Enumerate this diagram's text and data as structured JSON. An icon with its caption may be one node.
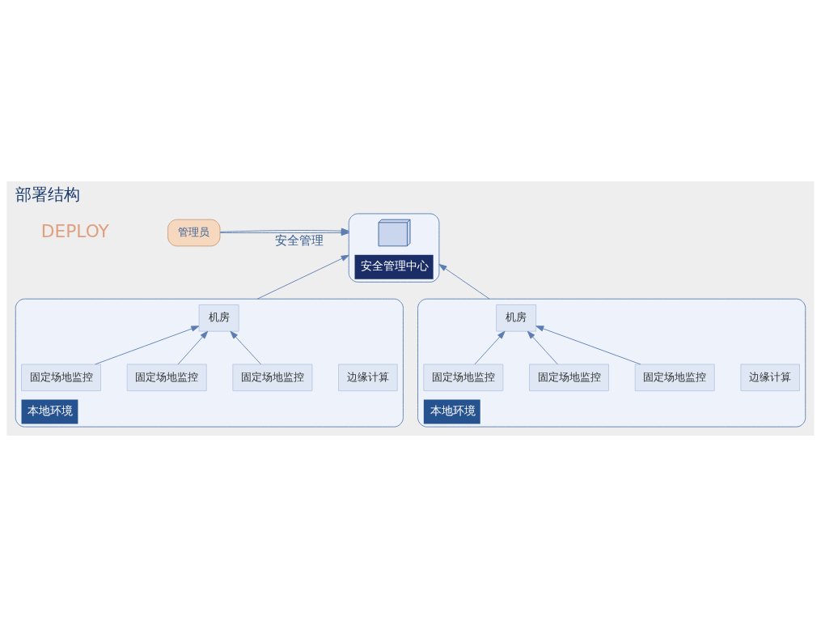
{
  "diagram": {
    "title": "部署结构",
    "nodes": [
      {
        "text": [
          "管理员"
        ]
      },
      {
        "text": [
          "安全管理中心"
        ]
      },
      {
        "text": [],
        "shape": "picture",
        "in": 1
      },
      {
        "text": [
          "本地环境"
        ]
      },
      {
        "text": [
          "机房"
        ],
        "in": 3
      },
      {
        "text": [
          "边缘计算"
        ],
        "in": 3
      },
      {
        "text": [
          "固定场地监控"
        ],
        "in": 3
      },
      {
        "text": [
          "固定场地监控"
        ],
        "in": 3
      },
      {
        "text": [
          "固定场地监控"
        ],
        "in": 3
      },
      {
        "text": [
          "本地环境"
        ]
      },
      {
        "text": [
          "机房"
        ],
        "in": 9
      },
      {
        "text": [
          "边缘计算"
        ],
        "in": 9
      },
      {
        "text": [
          "固定场地监控"
        ],
        "in": 9
      },
      {
        "text": [
          "固定场地监控"
        ],
        "in": 9
      },
      {
        "text": [
          "固定场地监控"
        ],
        "in": 9
      }
    ],
    "edges": [
      {
        "from": 0,
        "to": 1,
        "arrow": "to",
        "label": "安全管理"
      },
      {
        "from": 0,
        "to": 1,
        "arrow": "to"
      },
      {
        "from": 3,
        "to": 1,
        "arrow": "to"
      },
      {
        "from": 9,
        "to": 1,
        "arrow": "to"
      },
      {
        "from": 6,
        "to": 4,
        "arrow": "to"
      },
      {
        "from": 7,
        "to": 4,
        "arrow": "to"
      },
      {
        "from": 8,
        "to": 4,
        "arrow": "to"
      },
      {
        "from": 12,
        "to": 10,
        "arrow": "to"
      },
      {
        "from": 13,
        "to": 10,
        "arrow": "to"
      },
      {
        "from": 14,
        "to": 10,
        "arrow": "to"
      }
    ],
    "labels": [
      "DEPLOY"
    ]
  }
}
